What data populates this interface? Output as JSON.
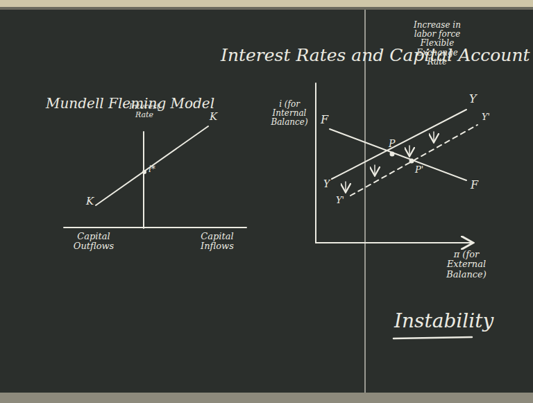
{
  "diagram": {
    "title": "Interest Rates and Capital Account",
    "labels": [
      "Mundell Fleming Model",
      "Interest Rate",
      "K",
      "K",
      "i*",
      "Capital Outflows",
      "Capital Inflows",
      "i (for Internal Balance)",
      "F",
      "F",
      "Y",
      "Y",
      "Y'",
      "Y'",
      "P",
      "P'",
      "Increase in labor force Flexible Exchange Rate",
      "π (for External Balance)",
      "Instability"
    ]
  }
}
